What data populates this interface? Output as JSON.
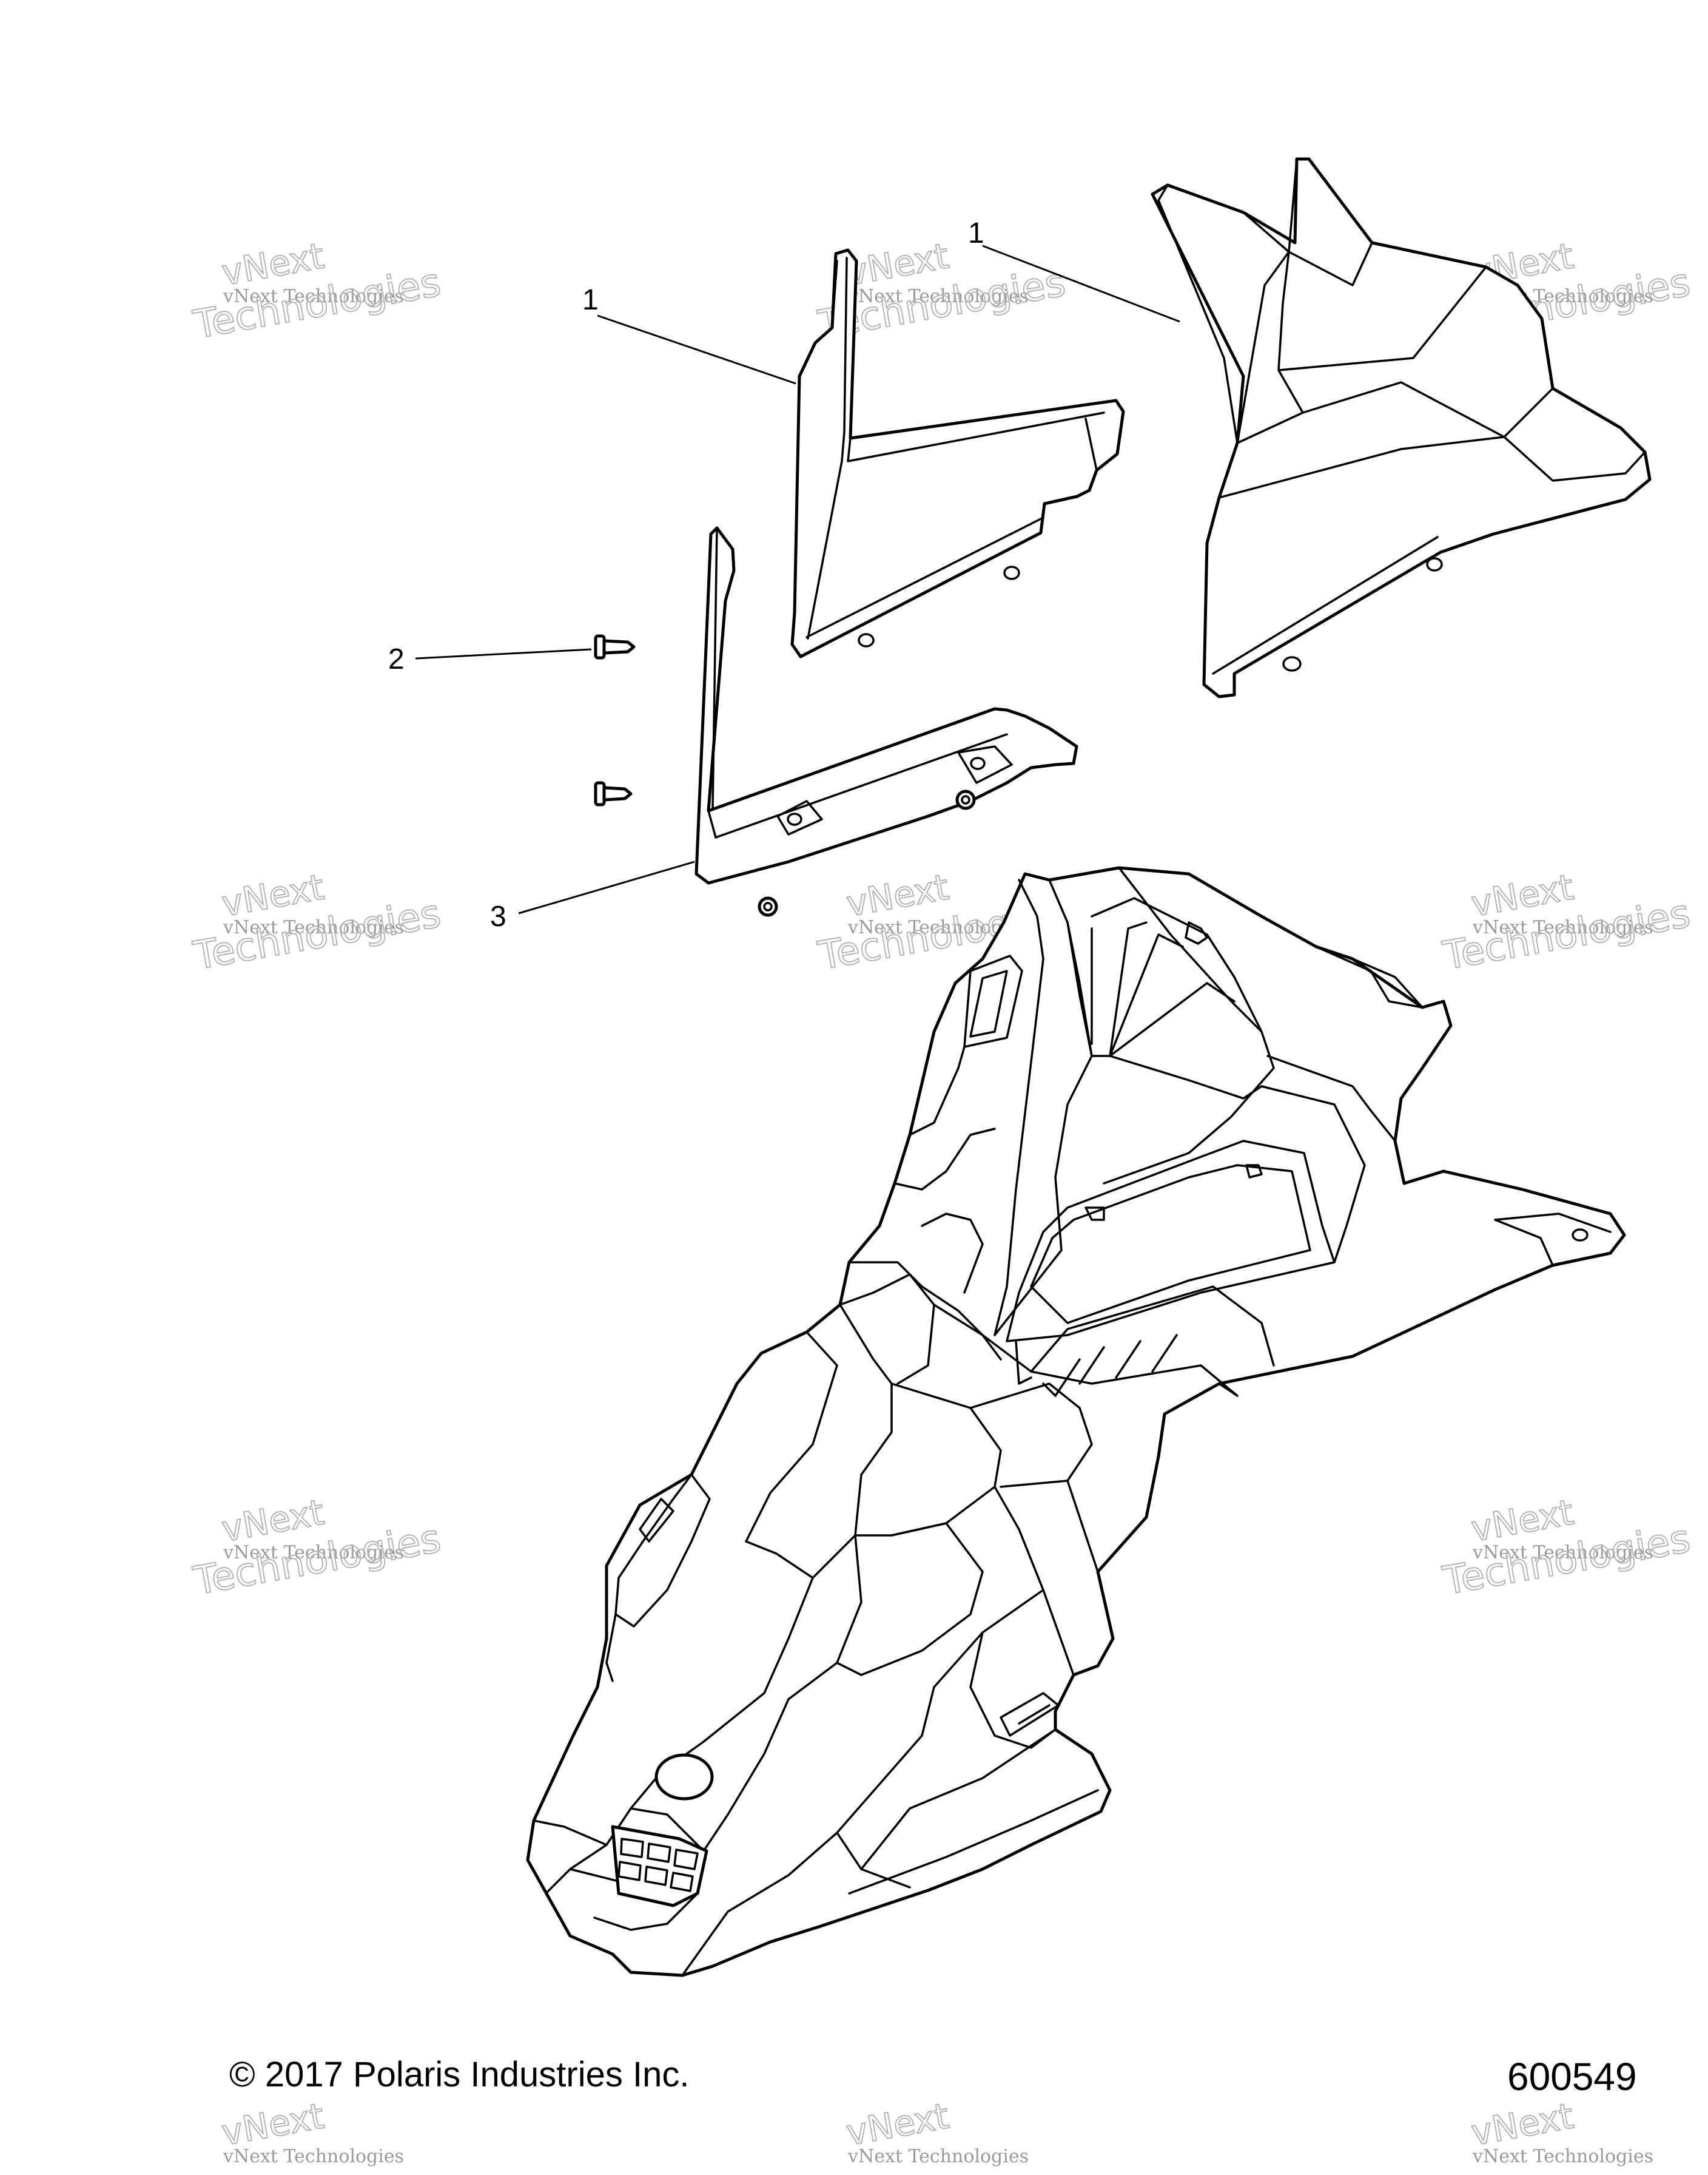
{
  "callouts": [
    {
      "id": "c1a",
      "label": "1"
    },
    {
      "id": "c1b",
      "label": "1"
    },
    {
      "id": "c2",
      "label": "2"
    },
    {
      "id": "c3",
      "label": "3"
    }
  ],
  "watermark": {
    "line_small": "vNext Technologies",
    "line_big": "Technologies",
    "line_top": "vNext"
  },
  "footer": {
    "copyright": "© 2017 Polaris Industries Inc.",
    "figure_number": "600549"
  }
}
